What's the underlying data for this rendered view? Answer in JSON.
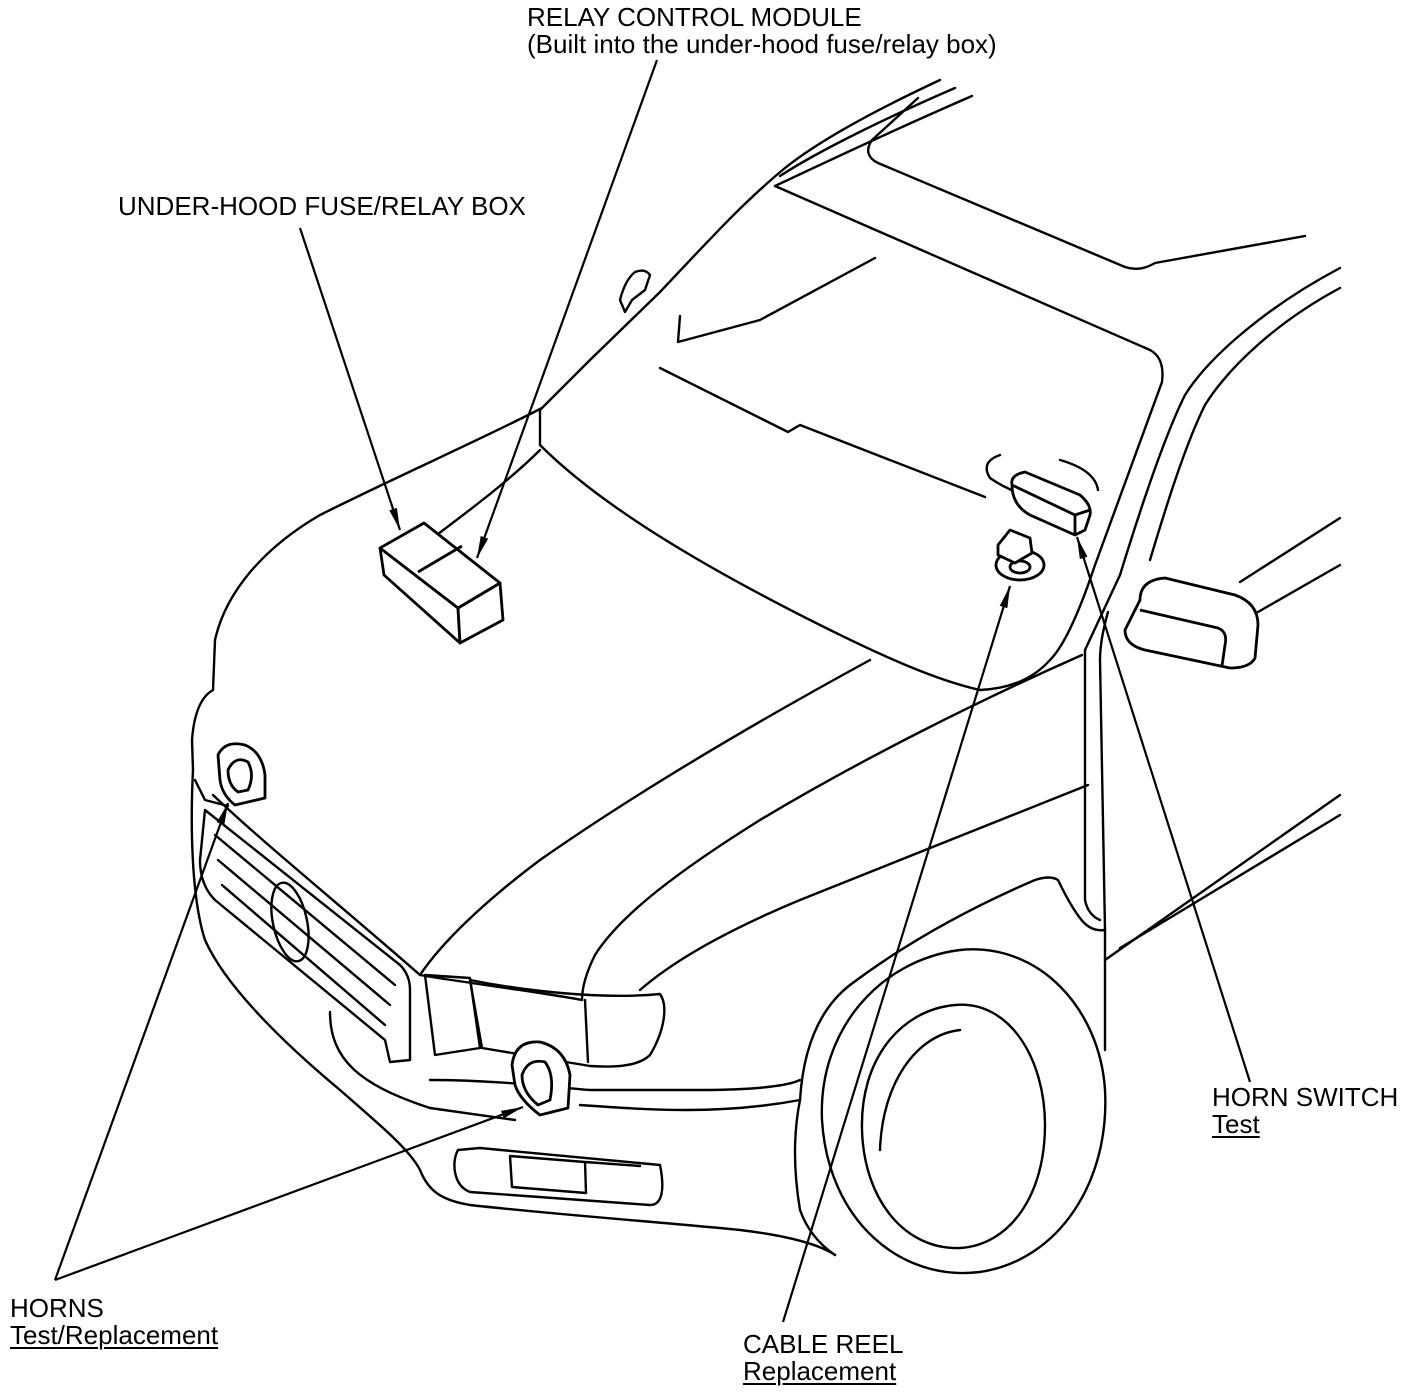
{
  "labels": {
    "relay_control_module": {
      "title": "RELAY CONTROL MODULE",
      "note": "(Built into the under-hood fuse/relay box)"
    },
    "under_hood_fuse_relay_box": {
      "title": "UNDER-HOOD FUSE/RELAY BOX"
    },
    "horn_switch": {
      "title": "HORN SWITCH",
      "link": "Test"
    },
    "horns": {
      "title": "HORNS",
      "link": "Test/Replacement"
    },
    "cable_reel": {
      "title": "CABLE REEL",
      "link": "Replacement"
    }
  },
  "colors": {
    "line": "#000000",
    "background": "#ffffff"
  }
}
